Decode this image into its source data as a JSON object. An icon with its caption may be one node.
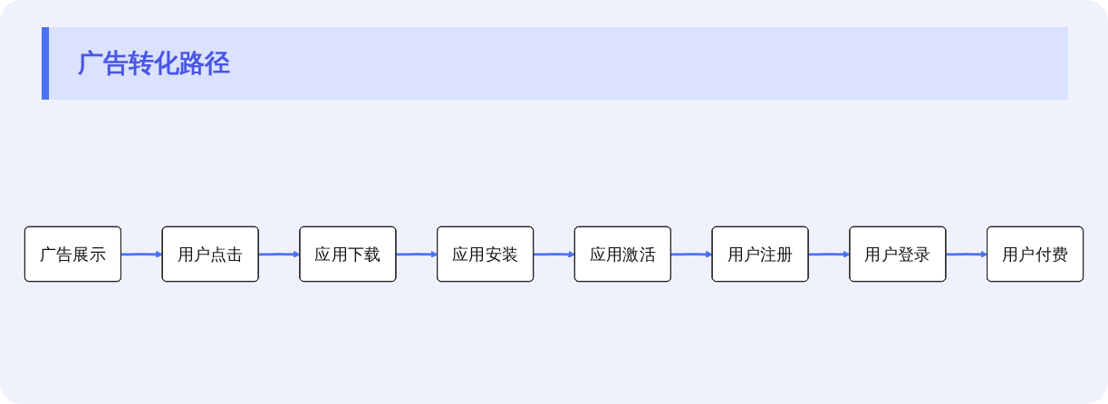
{
  "diagram": {
    "title": "广告转化路径",
    "nodes": [
      {
        "text": [
          "广告展示"
        ]
      },
      {
        "text": [
          "用户点击"
        ]
      },
      {
        "text": [
          "应用下载"
        ]
      },
      {
        "text": [
          "应用安装"
        ]
      },
      {
        "text": [
          "应用激活"
        ]
      },
      {
        "text": [
          "用户注册"
        ]
      },
      {
        "text": [
          "用户登录"
        ]
      },
      {
        "text": [
          "用户付费"
        ]
      }
    ],
    "edges": [
      {
        "from": 0,
        "to": 1,
        "arrow": "to"
      },
      {
        "from": 1,
        "to": 2,
        "arrow": "to"
      },
      {
        "from": 2,
        "to": 3,
        "arrow": "to"
      },
      {
        "from": 3,
        "to": 4,
        "arrow": "to"
      },
      {
        "from": 4,
        "to": 5,
        "arrow": "to"
      },
      {
        "from": 5,
        "to": 6,
        "arrow": "to"
      },
      {
        "from": 6,
        "to": 7,
        "arrow": "to"
      }
    ]
  }
}
